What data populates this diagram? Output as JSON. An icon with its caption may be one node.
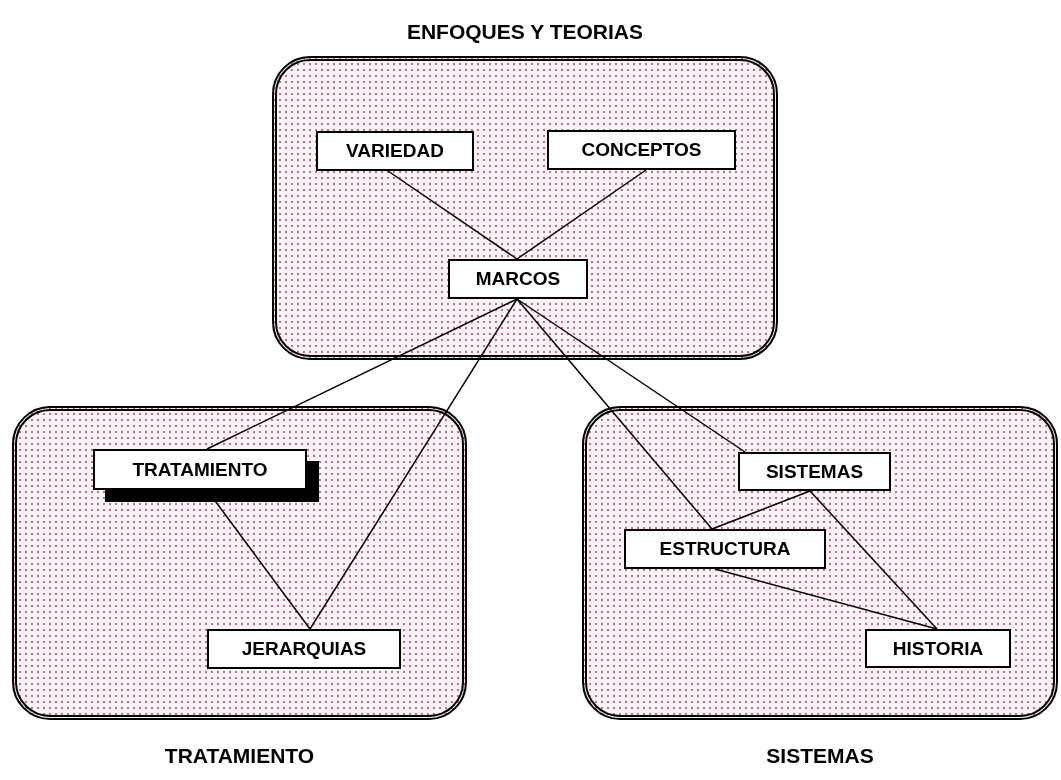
{
  "diagram": {
    "nodes": [
      {
        "text": [
          "ENFOQUES Y TEORIAS"
        ]
      },
      {
        "text": [
          "VARIEDAD"
        ],
        "in": 0
      },
      {
        "text": [
          "CONCEPTOS"
        ],
        "in": 0
      },
      {
        "text": [
          "MARCOS"
        ],
        "in": 0
      },
      {
        "text": [
          "TRATAMIENTO"
        ]
      },
      {
        "text": [
          "TRATAMIENTO"
        ],
        "in": 4
      },
      {
        "text": [
          "JERARQUIAS"
        ],
        "in": 4
      },
      {
        "text": [
          "SISTEMAS"
        ]
      },
      {
        "text": [
          "SISTEMAS"
        ],
        "in": 7
      },
      {
        "text": [
          "ESTRUCTURA"
        ],
        "in": 7
      },
      {
        "text": [
          "HISTORIA"
        ],
        "in": 7
      }
    ],
    "edges": [
      {
        "from": 1,
        "to": 3,
        "arrow": "none"
      },
      {
        "from": 2,
        "to": 3,
        "arrow": "none"
      },
      {
        "from": 3,
        "to": 5,
        "arrow": "none"
      },
      {
        "from": 3,
        "to": 6,
        "arrow": "none"
      },
      {
        "from": 3,
        "to": 9,
        "arrow": "none"
      },
      {
        "from": 3,
        "to": 8,
        "arrow": "none"
      },
      {
        "from": 5,
        "to": 6,
        "arrow": "none"
      },
      {
        "from": 8,
        "to": 9,
        "arrow": "none"
      },
      {
        "from": 8,
        "to": 10,
        "arrow": "none"
      },
      {
        "from": 9,
        "to": 10,
        "arrow": "none"
      }
    ]
  }
}
